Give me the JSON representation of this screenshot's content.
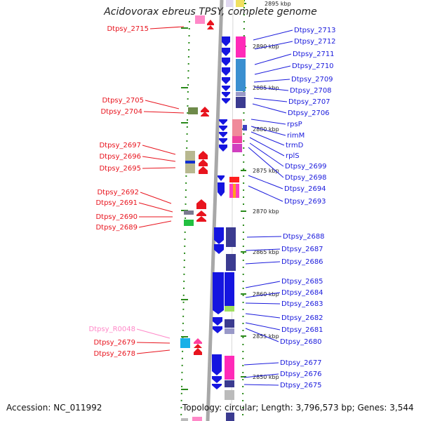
{
  "title": "Acidovorax ebreus TPSY, complete genome",
  "footer": {
    "accession": "Accession: NC_011992",
    "topology": "Topology: circular; Length: 3,796,573 bp; Genes: 3,544"
  },
  "colors": {
    "left_label": "#e8141e",
    "right_label": "#1a1adc",
    "rna_label": "#ff88c8",
    "gene_forward": "#e8141e",
    "gene_reverse": "#1515e0",
    "backbone": "#a8a8a8",
    "track_dots": "#2a8a1a"
  },
  "left_labels": [
    {
      "text": "Dtpsy_2715",
      "kind": "gene"
    },
    {
      "text": "Dtpsy_2705",
      "kind": "gene"
    },
    {
      "text": "Dtpsy_2704",
      "kind": "gene"
    },
    {
      "text": "Dtpsy_2697",
      "kind": "gene"
    },
    {
      "text": "Dtpsy_2696",
      "kind": "gene"
    },
    {
      "text": "Dtpsy_2695",
      "kind": "gene"
    },
    {
      "text": "Dtpsy_2692",
      "kind": "gene"
    },
    {
      "text": "Dtpsy_2691",
      "kind": "gene"
    },
    {
      "text": "Dtpsy_2690",
      "kind": "gene"
    },
    {
      "text": "Dtpsy_2689",
      "kind": "gene"
    },
    {
      "text": "Dtpsy_R0048",
      "kind": "rna"
    },
    {
      "text": "Dtpsy_2679",
      "kind": "gene"
    },
    {
      "text": "Dtpsy_2678",
      "kind": "gene"
    }
  ],
  "right_labels": [
    "Dtpsy_2713",
    "Dtpsy_2712",
    "Dtpsy_2711",
    "Dtpsy_2710",
    "Dtpsy_2709",
    "Dtpsy_2708",
    "Dtpsy_2707",
    "Dtpsy_2706",
    "rpsP",
    "rimM",
    "trmD",
    "rplS",
    "Dtpsy_2699",
    "Dtpsy_2698",
    "Dtpsy_2694",
    "Dtpsy_2693",
    "Dtpsy_2688",
    "Dtpsy_2687",
    "Dtpsy_2686",
    "Dtpsy_2685",
    "Dtpsy_2684",
    "Dtpsy_2683",
    "Dtpsy_2682",
    "Dtpsy_2681",
    "Dtpsy_2680",
    "Dtpsy_2677",
    "Dtpsy_2676",
    "Dtpsy_2675"
  ],
  "kbp_ticks": [
    "2895 kbp",
    "2890 kbp",
    "2885 kbp",
    "2880 kbp",
    "2875 kbp",
    "2870 kbp",
    "2865 kbp",
    "2860 kbp",
    "2855 kbp",
    "2850 kbp"
  ]
}
